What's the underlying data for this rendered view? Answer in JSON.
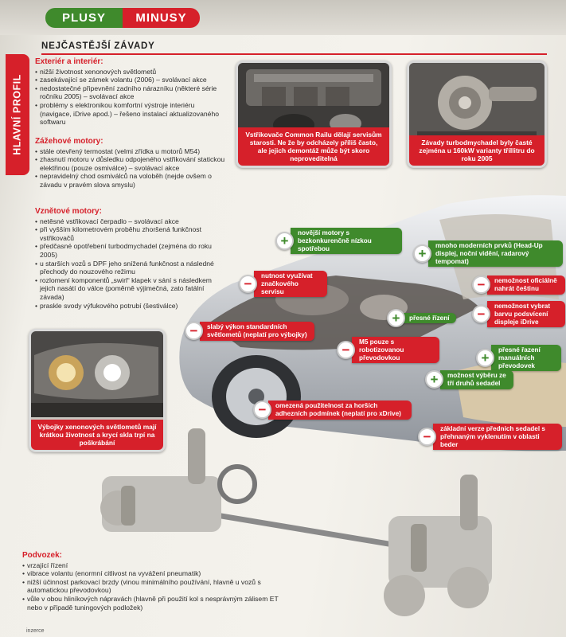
{
  "tabs": {
    "plus": "PLUSY",
    "minus": "MINUSY"
  },
  "side_tab": "HLAVNÍ PROFIL",
  "section_title": "NEJČASTĚJŠÍ ZÁVADY",
  "interior": {
    "title": "Exteriér a interiér:",
    "items": [
      "nižší životnost xenonových světlometů",
      "zasekávající se zámek volantu (2006) – svolávací akce",
      "nedostatečné připevnění zadního nárazníku (některé série ročníku 2005) – svolávací akce",
      "problémy s elektronikou komfortní výstroje interiéru (navigace, iDrive apod.) – řešeno instalací aktualizovaného softwaru"
    ]
  },
  "petrol": {
    "title": "Zážehové motory:",
    "items": [
      "stále otevřený termostat (velmi zřídka u motorů M54)",
      "zhasnutí motoru v důsledku odpojeného vstřikování statickou elektřinou (pouze osmiválce) – svolávací akce",
      "nepravidelný chod osmiválců na voloběh (nejde ovšem o závadu v pravém slova smyslu)"
    ]
  },
  "diesel": {
    "title": "Vznětové motory:",
    "items": [
      "netěsné vstřikovací čerpadlo – svolávací akce",
      "při vyšším kilometrovém proběhu zhoršená funkčnost vstřikovačů",
      "předčasné opotřebení turbodmychadel (zejména do roku 2005)",
      "u starších vozů s DPF jeho snížená funkčnost a následné přechody do nouzového režimu",
      "rozlomení komponentů „swirl“ klapek v sání s následkem jejich nasátí do válce (poměrně výjimečná, zato fatální závada)",
      "praskle svody výfukového potrubí (šestiválce)"
    ]
  },
  "chassis": {
    "title": "Podvozek:",
    "items": [
      "vrzající řízení",
      "vibrace volantu (enormní citlivost na vyvážení pneumatik)",
      "nižší účinnost parkovací brzdy (vinou minimálního používání, hlavně u vozů s automatickou převodovkou)",
      "vůle v obou hliníkových nápravách (hlavně při použití kol s nesprávným zálisem ET nebo v případě tuningových podložek)"
    ]
  },
  "photos": {
    "injectors": "Vstřikovače Common Railu dělají servisům starosti. Ne že by odcházely příliš často, ale jejich demontáž může být skoro neproveditelná",
    "turbo": "Závady turbodmychadel byly časté zejména u 160kW varianty tříllitru do roku 2005",
    "headlight": "Výbojky xenonových světlometů mají krátkou životnost a krycí skla trpí na poškrábání"
  },
  "callouts": {
    "plus_engines": "novější motory s bezkonkurenčně nízkou spotřebou",
    "plus_modern": "mnoho moderních prvků (Head-Up displej, noční vidění, radarový tempomat)",
    "minus_service": "nutnost využívat značkového servisu",
    "minus_lang": "nemožnost oficiálně nahrát češtinu",
    "minus_lighting": "nemožnost vybrat barvu podsvícení displeje iDrive",
    "minus_headlights": "slabý výkon standardních světlometů (neplatí pro výbojky)",
    "plus_steering": "přesné řízení",
    "minus_m5": "M5 pouze s robotizovanou převodovkou",
    "plus_manual": "přesné řazení manuálních převodovek",
    "plus_seats": "možnost výběru ze tří druhů sedadel",
    "minus_use": "omezená použitelnost za horších adhezních podmínek (neplatí pro xDrive)",
    "minus_front_seats": "základní verze předních sedadel s přehnaným vyklenutím v oblasti beder"
  },
  "footer": "inzerce",
  "colors": {
    "accent_red": "#d6202a",
    "accent_green": "#3f8a2c"
  }
}
